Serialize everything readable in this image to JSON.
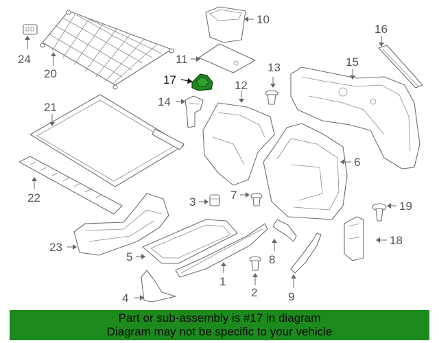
{
  "labels": {
    "p1": "1",
    "p2": "2",
    "p3": "3",
    "p4": "4",
    "p5": "5",
    "p6": "6",
    "p7": "7",
    "p8": "8",
    "p9": "9",
    "p10": "10",
    "p11": "11",
    "p12": "12",
    "p13": "13",
    "p14": "14",
    "p15": "15",
    "p16": "16",
    "p17": "17",
    "p18": "18",
    "p19": "19",
    "p20": "20",
    "p21": "21",
    "p22": "22",
    "p23": "23",
    "p24": "24"
  },
  "highlight": {
    "part": "17",
    "color": "#1d8a1d"
  },
  "banner": {
    "line1": "Part or sub-assembly is #17 in diagram",
    "line2": "Diagram may not be specific to your vehicle",
    "color": "#1d8a1d"
  }
}
